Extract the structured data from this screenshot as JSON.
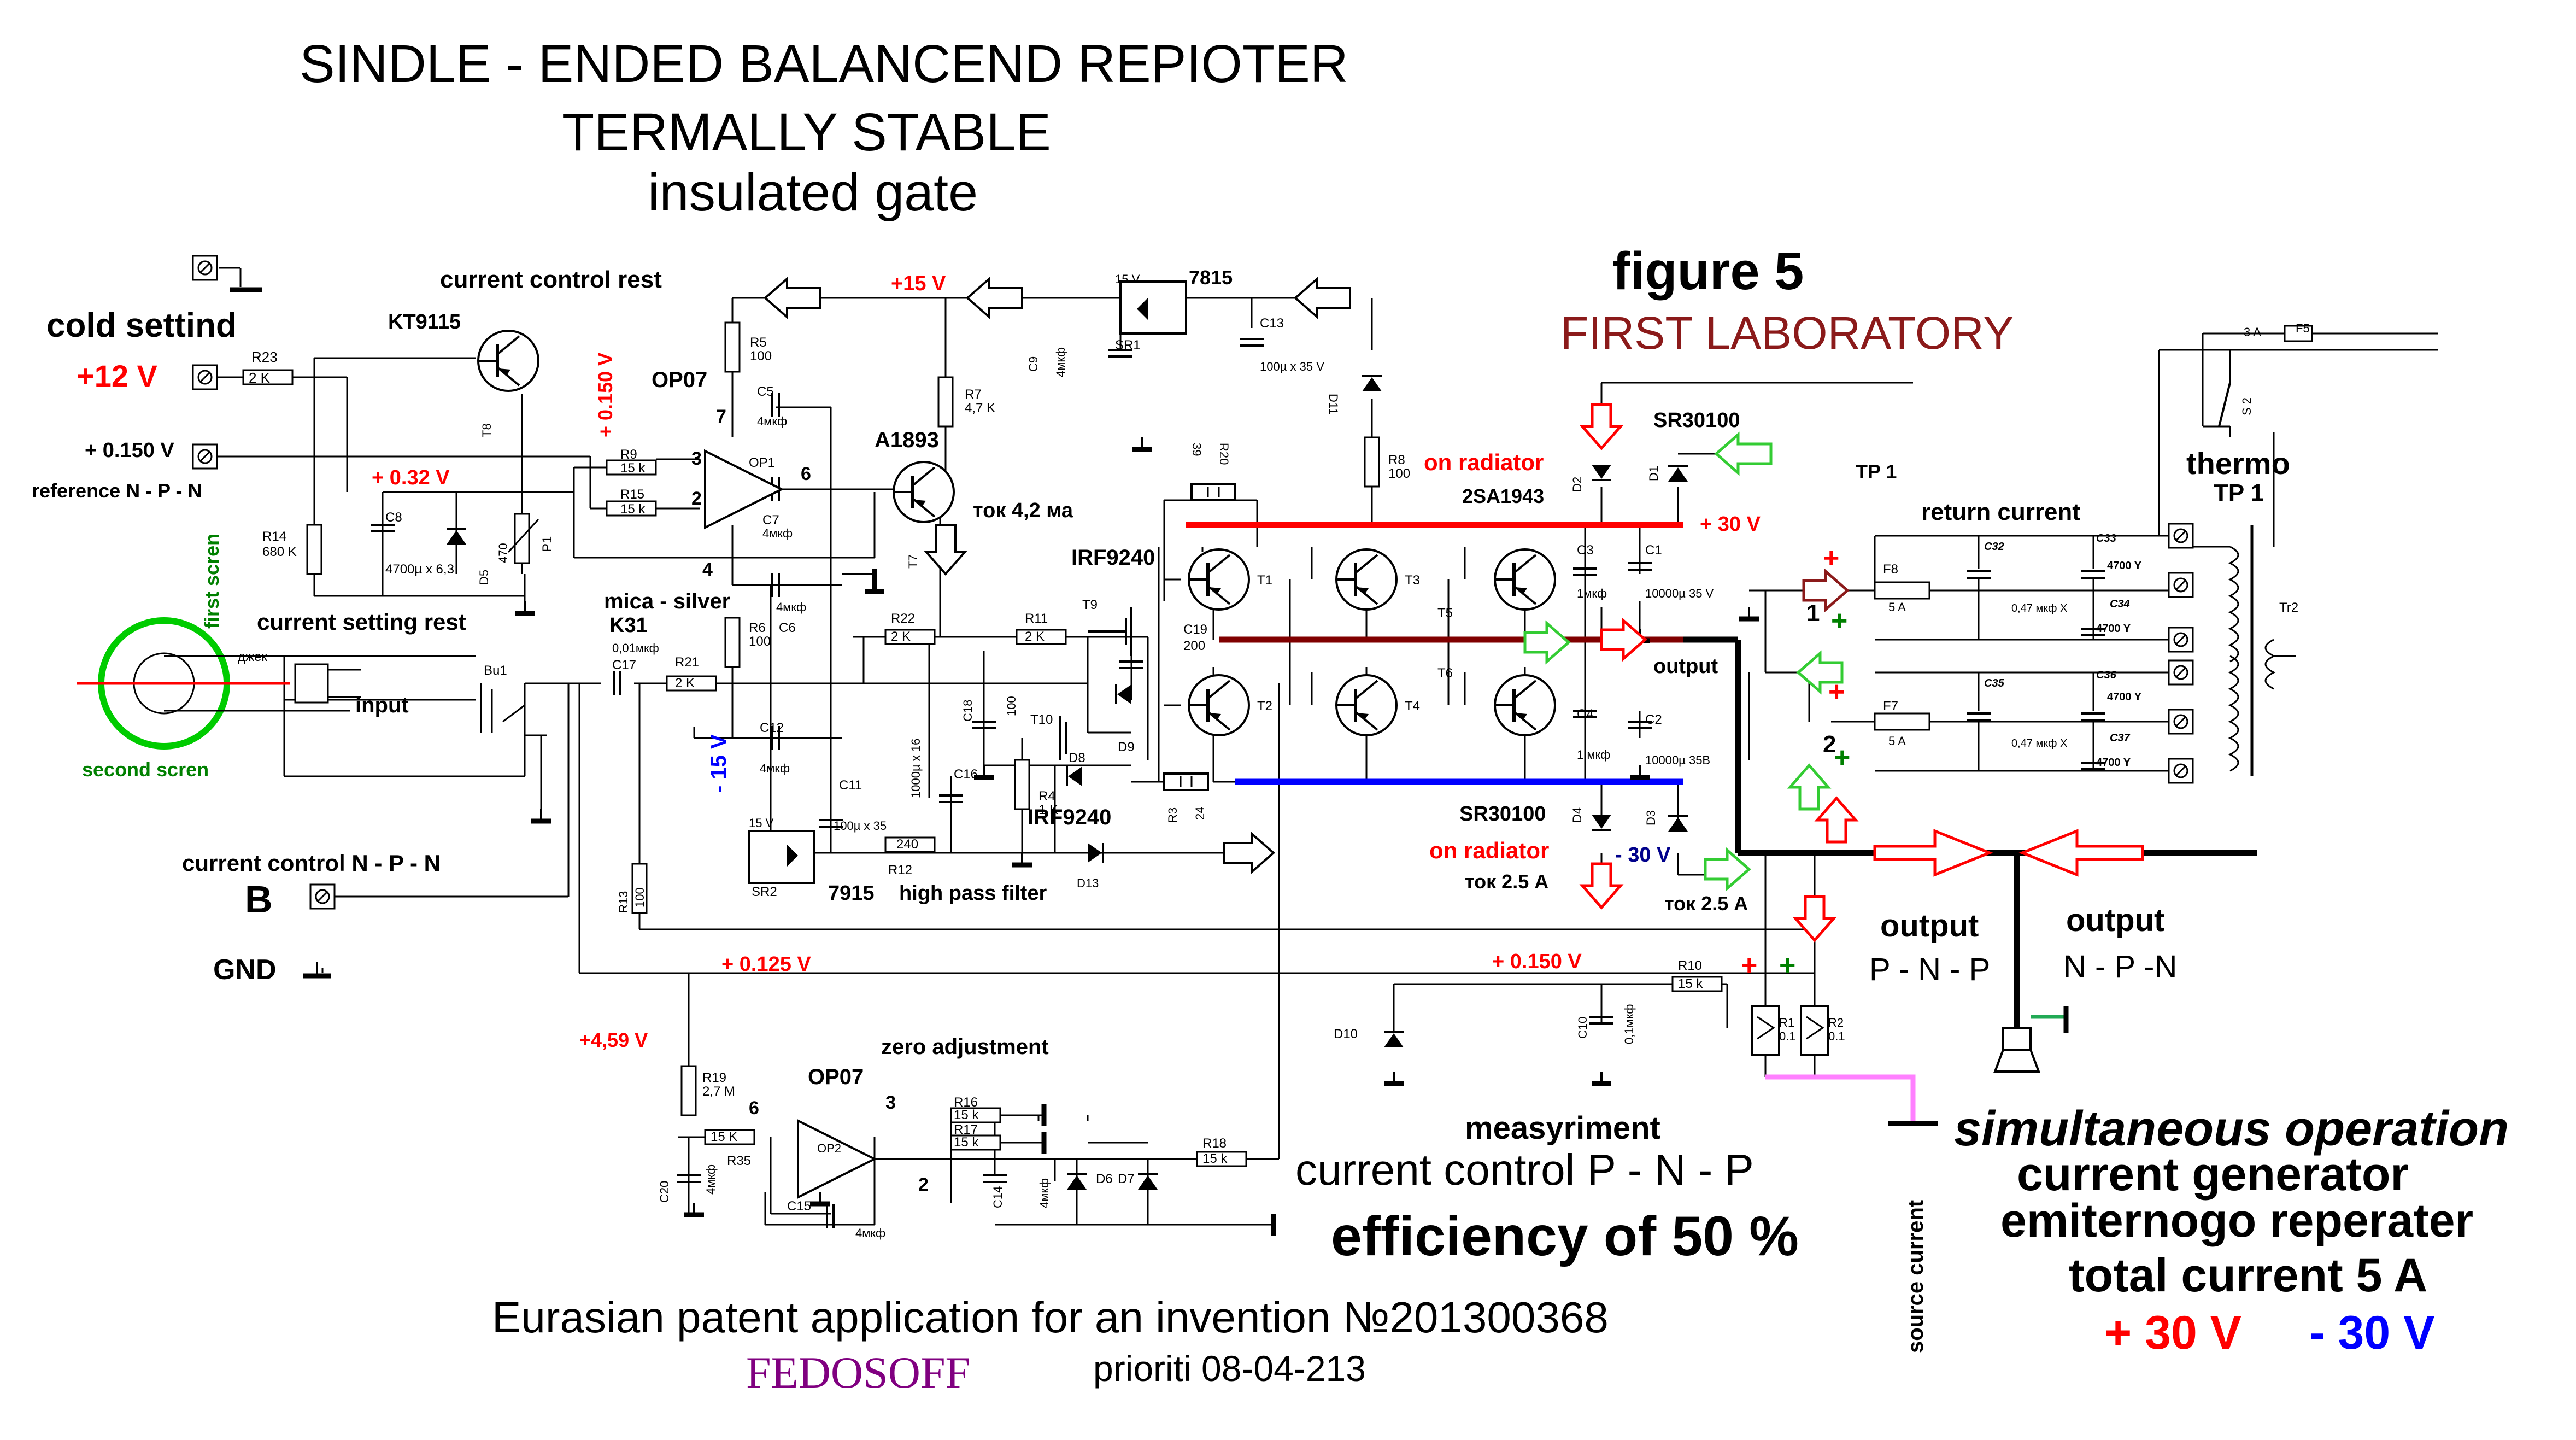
{
  "title": {
    "line1": "SINDLE - ENDED BALANCEND REPIOTER",
    "line2": "TERMALLY STABLE",
    "line3": "insulated gate"
  },
  "figure": {
    "label": "figure 5",
    "lab": "FIRST LABORATORY"
  },
  "left_labels": {
    "cold_setting": "cold settind",
    "plus12": "+12 V",
    "plus0150": "+ 0.150 V",
    "reference": "reference N - P - N",
    "first_screen": "first scren",
    "second_screen": "second scren",
    "dzhek": "джек",
    "input": "input",
    "current_control_npn": "current control N - P - N",
    "B": "B",
    "GND": "GND"
  },
  "top_labels": {
    "current_control_rest": "current control  rest",
    "kt9115": "KT9115",
    "op07": "OP07",
    "plus15": "+15 V",
    "v7815": "7815",
    "a1893": "A1893",
    "tok42": "ток 4,2 ма",
    "plus032": "+ 0.32  V",
    "plus0150_vert": "+ 0.150 V",
    "current_setting_rest": "current setting rest",
    "mica": "mica - silver",
    "k31": "K31",
    "minus15": "- 15 V",
    "irf9240_top": "IRF9240",
    "irf9240_bot": "IRF9240",
    "v7915": "7915",
    "high_pass": "high pass filter"
  },
  "power_labels": {
    "on_radiator_top": "on radiator",
    "sr30100_top": "SR30100",
    "sa1943": "2SA1943",
    "plus30": "+ 30 V",
    "output": "output",
    "sr30100_bot": "SR30100",
    "on_radiator_bot": "on radiator",
    "minus30": "- 30 V",
    "tok25a": "ток 2.5 А",
    "tok25b": "ток 2.5 А",
    "plus0125": "+ 0.125 V",
    "plus0150b": "+ 0.150 V",
    "plus459": "+4,59 V"
  },
  "right_labels": {
    "tp1a": "TP 1",
    "thermo": "thermo",
    "tp1b": "TP 1",
    "return_current": "return current",
    "output_pnp_a": "output",
    "output_pnp_b": "P - N - P",
    "output_npn_a": "output",
    "output_npn_b": "N - P -N",
    "source_current": "source current",
    "one": "1",
    "two": "2"
  },
  "bottom_labels": {
    "zero_adj": "zero adjustment",
    "op07b": "OP07",
    "measyriment": "measyriment",
    "current_control_pnp": "current control P - N - P",
    "efficiency": "efficiency of 50 %",
    "patent": "Eurasian patent application for an invention №201300368",
    "author": "FEDOSOFF",
    "priority": "prioriti 08-04-213",
    "simultaneous": "simultaneous operation",
    "gen": "current generator",
    "emit": "emiternogo reperater",
    "total": "total current 5  A",
    "p30": "+ 30 V",
    "m30": "- 30 V"
  },
  "components": {
    "R23": "R23",
    "R23v": "2 K",
    "R14": "R14",
    "R14v": "680 K",
    "C8": "C8",
    "C8v": "4700µ x 6,3",
    "D5": "D5",
    "D5v": "470",
    "P1": "P1",
    "T8": "T8",
    "R9": "R9",
    "R9v": "15 k",
    "R15": "R15",
    "R15v": "15 k",
    "R5": "R5",
    "R5v": "100",
    "C5": "C5",
    "C5v": "4мкф",
    "OP1": "OP1",
    "C7": "C7",
    "C7v": "4мкф",
    "C6": "C6",
    "C6v": "4мкф",
    "R6": "R6",
    "R6v": "100",
    "R7": "R7",
    "R7v": "4,7 K",
    "T7": "T7",
    "C9": "C9",
    "C9v": "4мкф",
    "SR1": "SR1",
    "SR1v": "15 V",
    "C13": "C13",
    "C13v": "100µ x 35 V",
    "D11": "D11",
    "R20": "R20",
    "R20v": "39",
    "R8": "R8",
    "R8v": "100",
    "T1": "T1",
    "T2": "T2",
    "T3": "T3",
    "T4": "T4",
    "T5": "T5",
    "T6": "T6",
    "T9": "T9",
    "T10": "T10",
    "C19": "C19",
    "C19v": "200",
    "R22": "R22",
    "R22v": "2 K",
    "R11": "R11",
    "R11v": "2 K",
    "C17": "C17",
    "C17v": "0,01мкф",
    "R21": "R21",
    "R21v": "2 K",
    "Bu1": "Bu1",
    "C12": "C12",
    "C12v": "4мкф",
    "C11": "C11",
    "C11v": "100µ x 35",
    "C18": "C18",
    "C18v": "100",
    "C16": "C16",
    "C16v": "1000µ x 16",
    "R4": "R4",
    "R4v": "1 K",
    "D8": "D8",
    "D9": "D9",
    "R3": "R3",
    "R3v": "24",
    "SR2": "SR2",
    "SR2v": "15 V",
    "R12": "R12",
    "R12v": "240",
    "D13": "D13",
    "R13": "R13",
    "R13v": "100",
    "D1": "D1",
    "D2": "D2",
    "D3": "D3",
    "D4": "D4",
    "C3": "C3",
    "C3v": "1мкф",
    "C1": "C1",
    "C1v": "10000µ 35 V",
    "C4": "C4",
    "C4v": "1 мкф",
    "C2": "C2",
    "C2v": "10000µ 35В",
    "R10": "R10",
    "R10v": "15 k",
    "C10": "C10",
    "C10v": "0,1мкф",
    "D10": "D10",
    "R1": "R1",
    "R1v": "0.1",
    "R2": "R2",
    "R2v": "0.1",
    "R19": "R19",
    "R19v": "2,7 M",
    "R35": "R35",
    "R35v": "15 K",
    "C20": "C20",
    "C20v": "4мкф",
    "OP2": "OP2",
    "C15": "C15",
    "C15v": "4мкф",
    "R16": "R16",
    "R16v": "15 k",
    "R17": "R17",
    "R17v": "15 k",
    "R18": "R18",
    "R18v": "15 k",
    "C14": "C14",
    "C14v": "4мкф",
    "D6": "D6",
    "D7": "D7",
    "F8": "F8",
    "F8v": "5 A",
    "F7": "F7",
    "F7v": "5 A",
    "F5": "F5",
    "F5v": "3 A",
    "S2": "S 2",
    "C32": "C32",
    "C33": "C33",
    "C33v": "4700 Y",
    "C34": "C34",
    "C34v": "4700 Y",
    "C34x": "0,47 мкф X",
    "C35": "C35",
    "C36": "C36",
    "C36v": "4700 Y",
    "C37": "C37",
    "C37v": "4700 Y",
    "C37x": "0,47 мкф X",
    "Tr2": "Tr2",
    "pin3": "3",
    "pin2": "2",
    "pin6": "6",
    "pin4": "4",
    "pin7": "7",
    "pin3b": "3",
    "pin2b": "2",
    "pin6b": "6"
  },
  "colors": {
    "red_rail": "#ff0000",
    "blue_rail": "#0000ff",
    "maroon_rail": "#800000",
    "green_ring": "#00cc00",
    "pink_wire": "#ff80ff"
  }
}
